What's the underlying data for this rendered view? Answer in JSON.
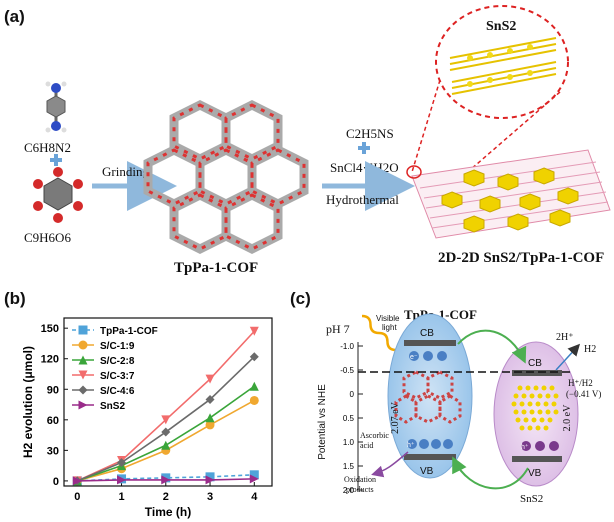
{
  "panels": {
    "a": "(a)",
    "b": "(b)",
    "c": "(c)"
  },
  "panel_a": {
    "monomer_top": "C6H8N2",
    "monomer_bottom": "C9H6O6",
    "step1": "Grinding",
    "cof_name": "TpPa-1-COF",
    "reagent1": "C2H5NS",
    "reagent2": "SnCl4·5H2O",
    "step2": "Hydrothermal",
    "inset_label": "SnS2",
    "product": "2D-2D SnS2/TpPa-1-COF"
  },
  "chart_data": {
    "type": "line",
    "x": [
      0,
      1,
      2,
      3,
      4
    ],
    "xlabel": "Time (h)",
    "ylabel": "H2 evolution (μmol)",
    "xlim": [
      -0.3,
      4.4
    ],
    "ylim": [
      -5,
      160
    ],
    "xticks": [
      "0",
      "1",
      "2",
      "3",
      "4"
    ],
    "yticks": [
      "0",
      "30",
      "60",
      "90",
      "120",
      "150"
    ],
    "legend_position": "top-left",
    "series": [
      {
        "name": "TpPa-1-COF",
        "values": [
          0,
          2,
          3,
          4,
          6
        ],
        "color": "#4fa3d9",
        "marker": "square",
        "dashed": true
      },
      {
        "name": "S/C-1:9",
        "values": [
          0,
          12,
          30,
          55,
          79
        ],
        "color": "#f0a830",
        "marker": "circle"
      },
      {
        "name": "S/C-2:8",
        "values": [
          0,
          15,
          35,
          62,
          93
        ],
        "color": "#3aa53a",
        "marker": "triangle-up"
      },
      {
        "name": "S/C-3:7",
        "values": [
          0,
          20,
          60,
          100,
          147
        ],
        "color": "#f26c6c",
        "marker": "triangle-down"
      },
      {
        "name": "S/C-4:6",
        "values": [
          0,
          18,
          48,
          80,
          122
        ],
        "color": "#6b6b6b",
        "marker": "diamond"
      },
      {
        "name": "SnS2",
        "values": [
          0,
          1,
          1,
          1,
          2
        ],
        "color": "#9a2b8a",
        "marker": "triangle-right"
      }
    ]
  },
  "panel_c": {
    "ph": "pH 7",
    "light": [
      "Visible",
      "light"
    ],
    "cof_title": "TpPa-1-COF",
    "ylabel": "Potential vs NHE",
    "axis_ticks": [
      "-1.0",
      "-0.5",
      "0",
      "0.5",
      "1.0",
      "1.5",
      "2.0"
    ],
    "cb": "CB",
    "vb": "VB",
    "cof_gap": "2.07 eV",
    "sns2_gap": "2.0 eV",
    "electron": "e⁻",
    "hole": "h⁺",
    "proton": "2H⁺",
    "hydrogen": "H2",
    "redox": "H⁺/H2",
    "redox_value": "(−0.41 V)",
    "sacrificial": [
      "Ascorbic",
      "acid"
    ],
    "oxidation": [
      "Oxidation",
      "products"
    ],
    "sns2_label": "SnS2"
  }
}
